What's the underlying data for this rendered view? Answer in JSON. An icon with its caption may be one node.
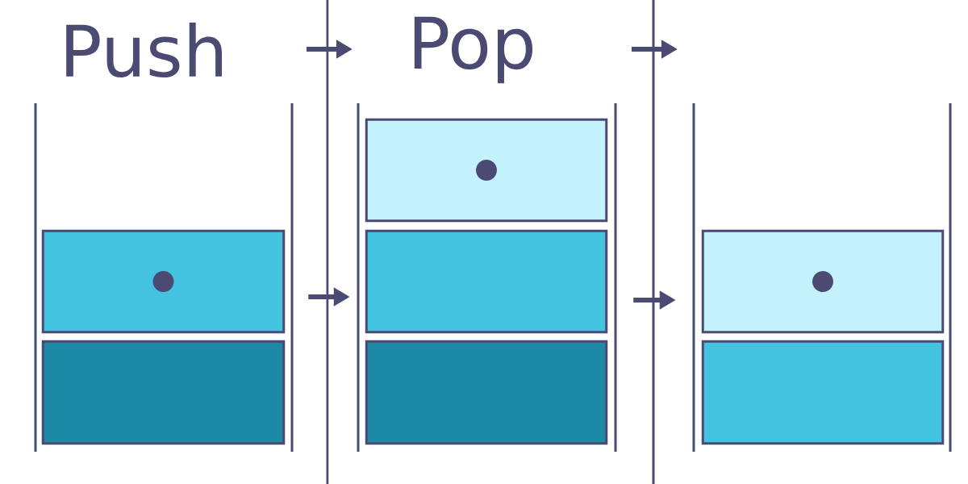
{
  "diagram": {
    "nodes": [
      {
        "text": [],
        "shape": "box"
      },
      {
        "text": [],
        "shape": "box"
      },
      {
        "text": [],
        "shape": "box"
      },
      {
        "text": [],
        "shape": "box"
      },
      {
        "text": [],
        "shape": "box"
      },
      {
        "text": [],
        "shape": "box"
      },
      {
        "text": [],
        "shape": "box"
      }
    ],
    "edges": [
      {
        "from": 0,
        "to": 3,
        "arrow": "to"
      },
      {
        "from": 3,
        "to": 5,
        "arrow": "to"
      }
    ],
    "labels": [
      "Push",
      "Pop"
    ]
  }
}
